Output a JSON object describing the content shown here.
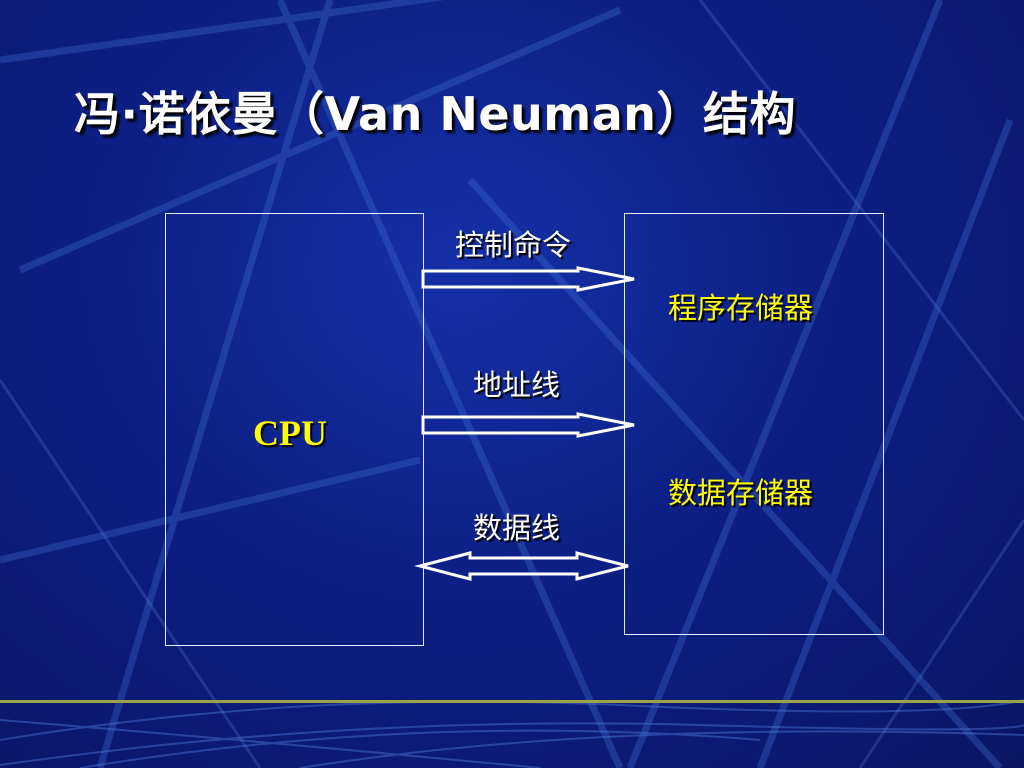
{
  "slide": {
    "title": "冯·诺依曼（Van Neuman）结构"
  },
  "diagram": {
    "cpu": {
      "label": "CPU"
    },
    "memory": {
      "program_label": "程序存储器",
      "data_label": "数据存储器"
    },
    "connections": [
      {
        "label": "控制命令",
        "direction": "to-memory"
      },
      {
        "label": "地址线",
        "direction": "to-memory"
      },
      {
        "label": "数据线",
        "direction": "bidirectional"
      }
    ]
  },
  "colors": {
    "background": "#0d1f84",
    "title": "#ffffff",
    "component_label": "#ffff00",
    "connection_label": "#ffffff",
    "box_border": "#e8ecff",
    "footer_line": "#9aa34a"
  }
}
